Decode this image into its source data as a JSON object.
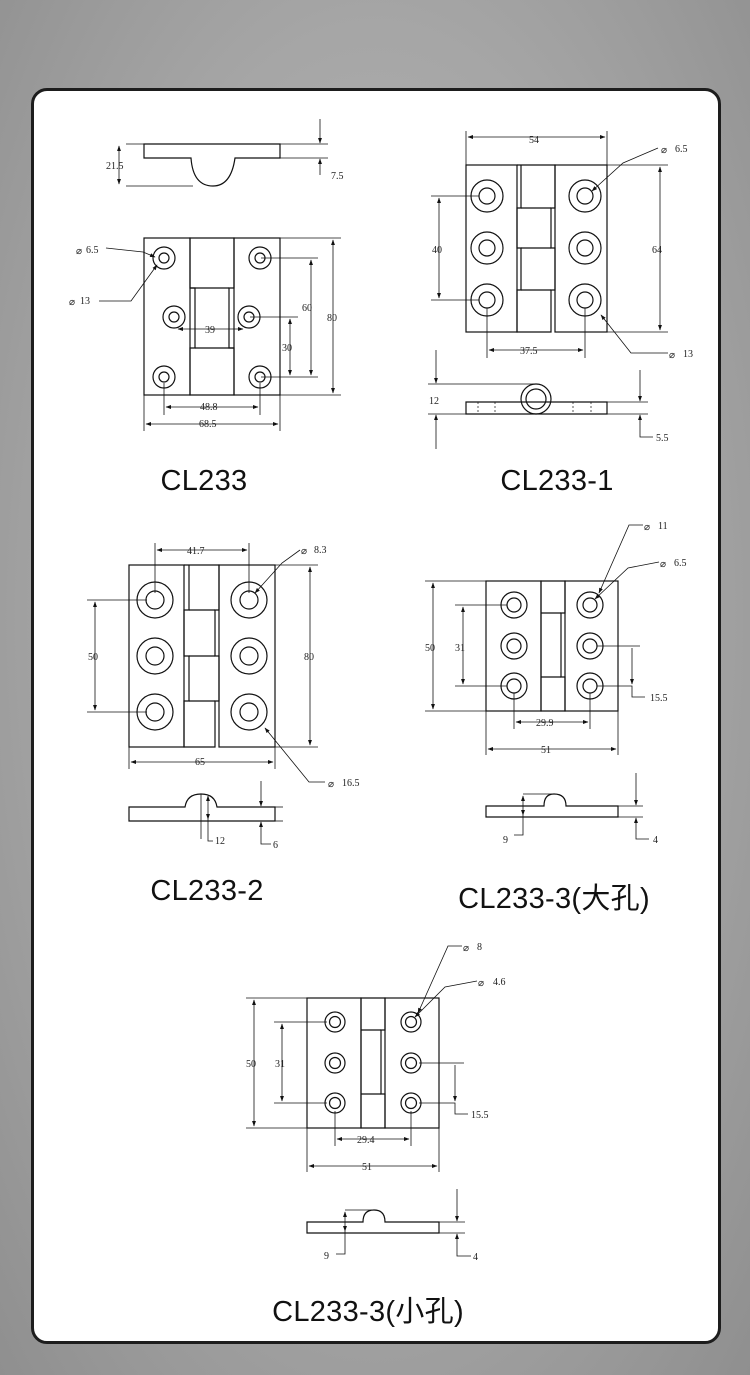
{
  "models": [
    {
      "name": "CL233",
      "dims": {
        "height": "21.5",
        "thickness": "7.5",
        "hole_large": "6.5",
        "hole_small": "13",
        "inner_spacing": "39",
        "hole_span": "60",
        "short_span": "30",
        "overall_height": "80",
        "hole_pitch": "48.8",
        "overall_width": "68.5"
      }
    },
    {
      "name": "CL233-1",
      "dims": {
        "overall_width": "54",
        "hole_diameter": "6.5",
        "hole_span": "40",
        "overall_height": "64",
        "hole_pitch": "37.5",
        "counterbore": "13",
        "height": "12",
        "thickness": "5.5"
      }
    },
    {
      "name": "CL233-2",
      "dims": {
        "hole_pitch": "41.7",
        "hole_diameter": "8.3",
        "hole_span": "50",
        "overall_height": "80",
        "overall_width": "65",
        "counterbore": "16.5",
        "knuckle": "12",
        "thickness": "6"
      }
    },
    {
      "name": "CL233-3(大孔)",
      "dims": {
        "counterbore": "11",
        "hole_diameter": "6.5",
        "overall_height": "50",
        "hole_span": "31",
        "half_span": "15.5",
        "hole_pitch": "29.9",
        "overall_width": "51",
        "knuckle": "9",
        "thickness": "4"
      }
    },
    {
      "name": "CL233-3(小孔)",
      "dims": {
        "counterbore": "8",
        "hole_diameter": "4.6",
        "overall_height": "50",
        "hole_span": "31",
        "half_span": "15.5",
        "hole_pitch": "29.4",
        "overall_width": "51",
        "knuckle": "9",
        "thickness": "4"
      }
    }
  ]
}
